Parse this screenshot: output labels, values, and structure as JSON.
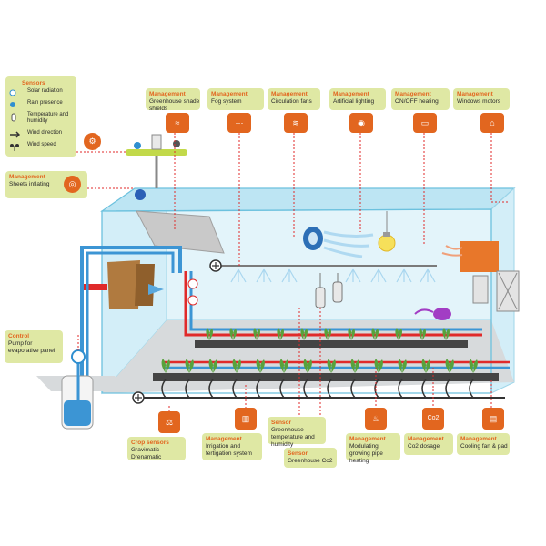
{
  "sensors": {
    "kind": "Sensors",
    "items": [
      {
        "label": "Solar radiation",
        "icon": "sun-sensor-icon"
      },
      {
        "label": "Rain presence",
        "icon": "rain-sensor-icon"
      },
      {
        "label": "Temperature and humidity",
        "icon": "thermometer-icon"
      },
      {
        "label": "Wind direction",
        "icon": "wind-vane-icon"
      },
      {
        "label": "Wind speed",
        "icon": "anemometer-icon"
      }
    ]
  },
  "top_cards": [
    {
      "kind": "Management",
      "label": "Greenhouse shade shields",
      "icon": "shade-shield-icon"
    },
    {
      "kind": "Management",
      "label": "Fog system",
      "icon": "fog-system-icon"
    },
    {
      "kind": "Management",
      "label": "Circulation fans",
      "icon": "circulation-fan-icon"
    },
    {
      "kind": "Management",
      "label": "Artificial lighting",
      "icon": "light-bulb-icon"
    },
    {
      "kind": "Management",
      "label": "ON/OFF heating",
      "icon": "heater-icon"
    },
    {
      "kind": "Management",
      "label": "Windows motors",
      "icon": "window-motor-icon"
    }
  ],
  "sheets": {
    "kind": "Management",
    "label": "Sheets inflating",
    "icon": "sheet-inflating-icon"
  },
  "control": {
    "kind": "Control",
    "label": "Pump for evaporative panel"
  },
  "bottom_cards": [
    {
      "kind": "Crop sensors",
      "label": "Gravimatic Drenamatic",
      "icon": "gravimatic-sensor-icon"
    },
    {
      "kind": "Management",
      "label": "Irrigation and fertigation system",
      "icon": "fertigation-icon"
    },
    {
      "kind": "Sensor",
      "label": "Greenhouse temperature and humidity",
      "icon": ""
    },
    {
      "kind": "Sensor",
      "label": "Greenhouse Co2",
      "icon": ""
    },
    {
      "kind": "Management",
      "label": "Modulating growing pipe heating",
      "icon": "pipe-heating-icon"
    },
    {
      "kind": "Management",
      "label": "Co2 dosage",
      "icon": "co2-icon"
    },
    {
      "kind": "Management",
      "label": "Cooling fan & pad",
      "icon": "cooling-pad-icon"
    }
  ],
  "co2_badge": "Co2",
  "colors": {
    "accent": "#e2661f",
    "card": "#dfe8a4",
    "glass": "#cfeaf4",
    "pipe_red": "#e02a2a",
    "pipe_blue": "#2f8fd0"
  }
}
